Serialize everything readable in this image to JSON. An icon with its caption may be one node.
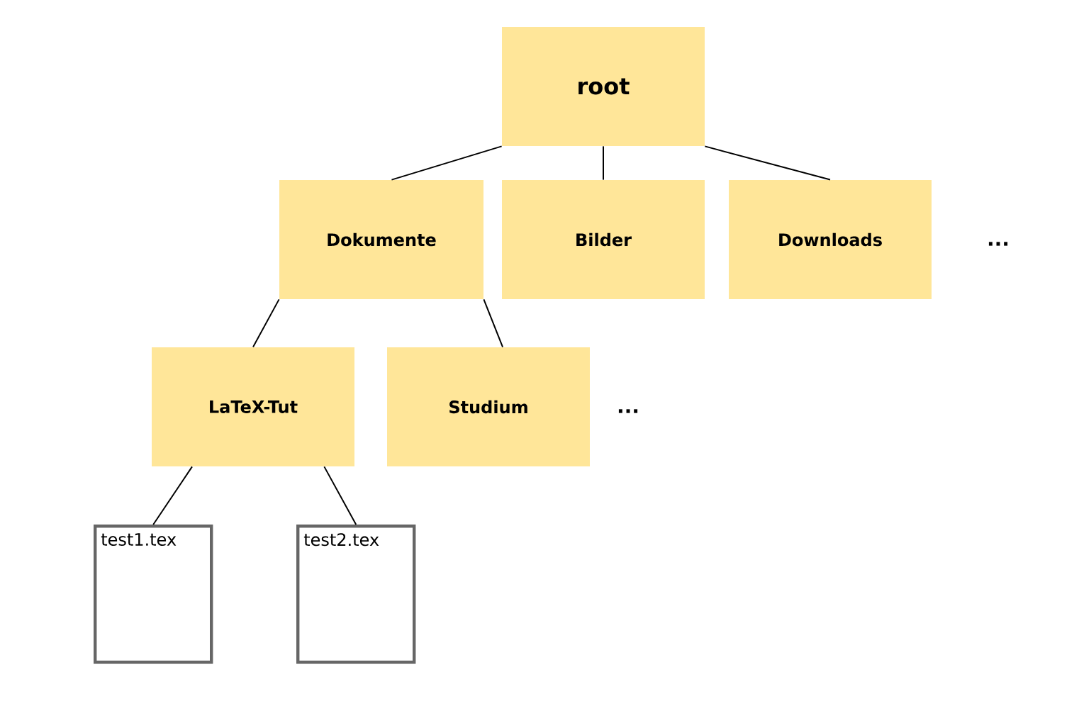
{
  "diagram": {
    "nodes": [
      {
        "text": [
          "root"
        ]
      },
      {
        "text": [
          "Dokumente"
        ]
      },
      {
        "text": [
          "Bilder"
        ]
      },
      {
        "text": [
          "Downloads"
        ]
      },
      {
        "text": [
          "LaTeX-Tut"
        ]
      },
      {
        "text": [
          "Studium"
        ]
      },
      {
        "text": [
          "test1.tex"
        ]
      },
      {
        "text": [
          "test2.tex"
        ]
      }
    ],
    "edges": [
      {
        "from": 0,
        "to": 1,
        "arrow": "none"
      },
      {
        "from": 0,
        "to": 2,
        "arrow": "none"
      },
      {
        "from": 0,
        "to": 3,
        "arrow": "none"
      },
      {
        "from": 1,
        "to": 4,
        "arrow": "none"
      },
      {
        "from": 1,
        "to": 5,
        "arrow": "none"
      },
      {
        "from": 4,
        "to": 6,
        "arrow": "none"
      },
      {
        "from": 4,
        "to": 7,
        "arrow": "none"
      }
    ],
    "labels": [
      "...",
      "..."
    ]
  }
}
